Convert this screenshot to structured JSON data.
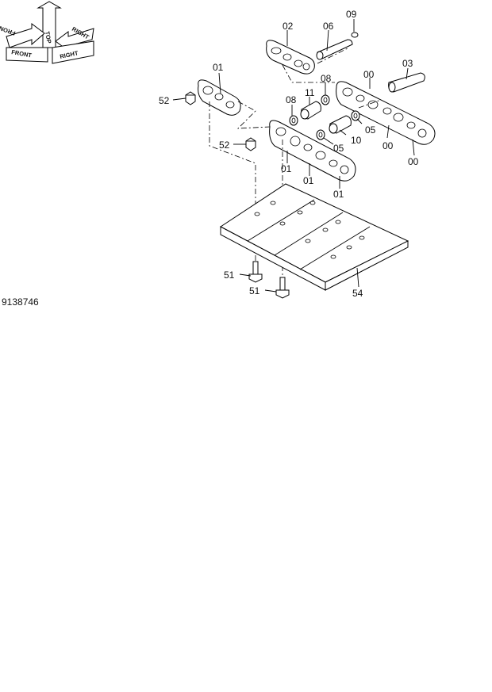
{
  "orientation": {
    "top": "TOP",
    "front_top": "FRONT",
    "right_top": "RIGHT",
    "front": "FRONT",
    "right": "RIGHT"
  },
  "drawing_number": "9138746",
  "callouts": {
    "c00a": "00",
    "c00b": "00",
    "c00c": "00",
    "c01a": "01",
    "c01b": "01",
    "c01c": "01",
    "c01d": "01",
    "c02": "02",
    "c03": "03",
    "c05a": "05",
    "c05b": "05",
    "c06": "06",
    "c08a": "08",
    "c08b": "08",
    "c09": "09",
    "c10": "10",
    "c11": "11",
    "c51a": "51",
    "c51b": "51",
    "c52a": "52",
    "c52b": "52",
    "c54": "54"
  }
}
